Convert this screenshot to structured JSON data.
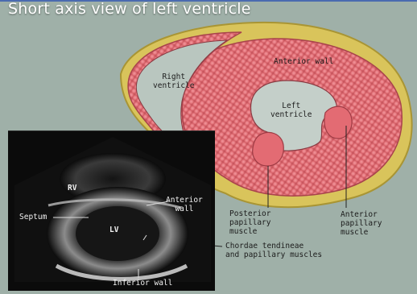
{
  "title": "Short axis view of left ventricle",
  "illustration_labels": {
    "anterior_wall": "Anterior wall",
    "right_ventricle": [
      "Right",
      "ventricle"
    ],
    "left_ventricle": [
      "Left",
      "ventricle"
    ],
    "posterior_papillary": [
      "Posterior",
      "papillary",
      "muscle"
    ],
    "anterior_papillary": [
      "Anterior",
      "papillary",
      "muscle"
    ]
  },
  "echo_labels": {
    "rv": "RV",
    "lv": "LV",
    "septum": "Septum",
    "anterior_wall": [
      "Anterior",
      "wall"
    ],
    "inferior_wall": "Inferior wall"
  },
  "chordae": [
    "Chordae tendineae",
    "and papillary muscles"
  ],
  "colors": {
    "muscle": "#e87378",
    "muscle_dark": "#b8474f",
    "pericardium": "#d8c55a",
    "background": "#9fb0a8"
  }
}
